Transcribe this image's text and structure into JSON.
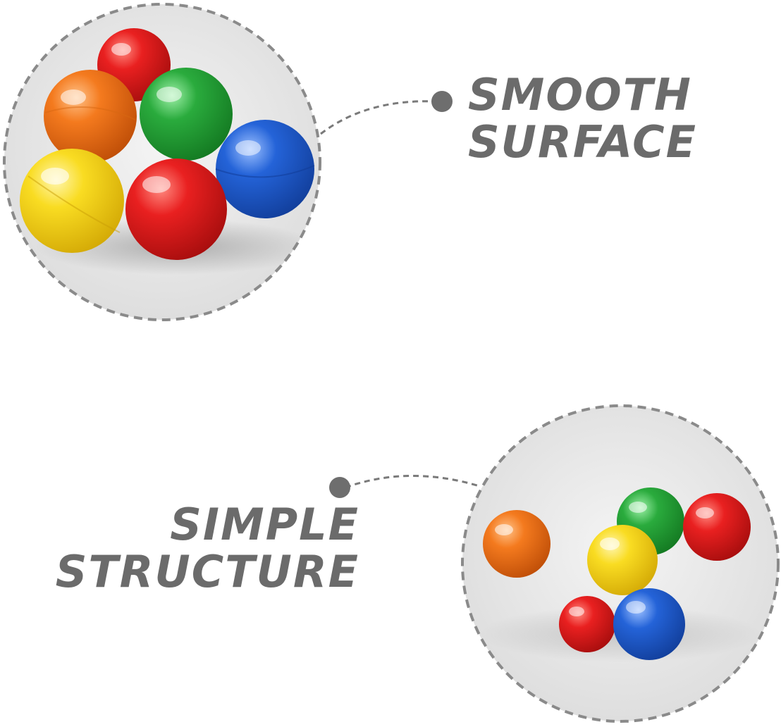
{
  "features": [
    {
      "line1": "SMOOTH",
      "line2": "SURFACE",
      "balls": [
        "red",
        "orange",
        "green",
        "blue",
        "yellow",
        "red"
      ]
    },
    {
      "line1": "SIMPLE",
      "line2": "STRUCTURE",
      "balls": [
        "orange",
        "green",
        "red",
        "yellow",
        "red",
        "blue"
      ]
    }
  ],
  "colors": {
    "caption_text": "#6b6b6b",
    "dashed_border": "#8a8a8a",
    "dot": "#6e6e6e",
    "photo_background": "#ececec",
    "ball_red": "#e41c1c",
    "ball_orange": "#f4761c",
    "ball_green": "#27a83a",
    "ball_blue": "#1f5fd6",
    "ball_yellow": "#f8d81c"
  }
}
